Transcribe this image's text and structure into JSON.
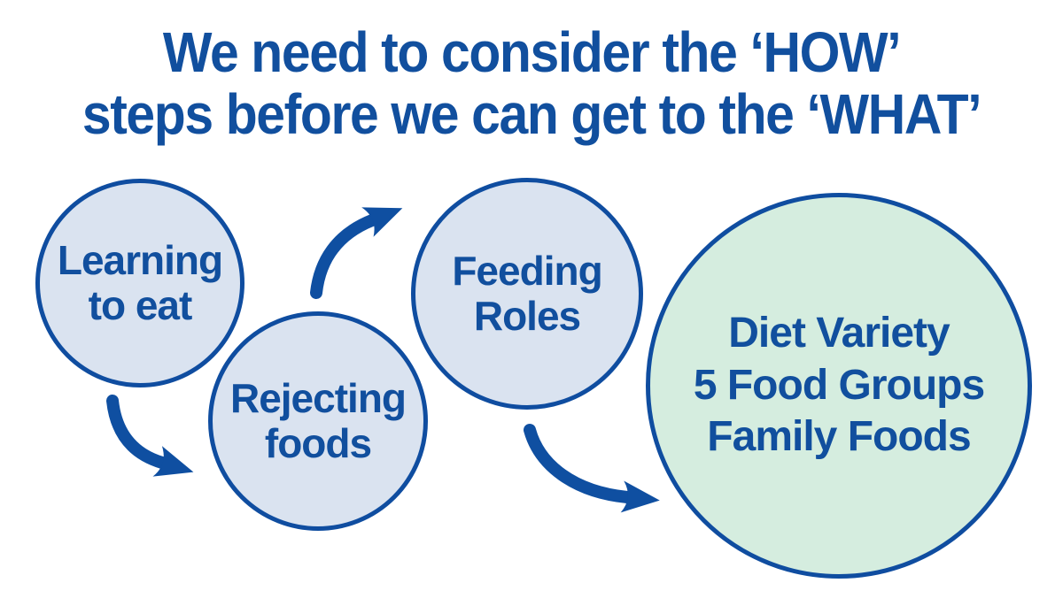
{
  "title": {
    "line1": "We need to consider the ‘HOW’",
    "line2": "steps before we can get to the ‘WHAT’"
  },
  "circles": [
    {
      "line1": "Learning",
      "line2": "to eat"
    },
    {
      "line1": "Rejecting",
      "line2": "foods"
    },
    {
      "line1": "Feeding",
      "line2": "Roles"
    },
    {
      "line1": "Diet Variety",
      "line2": "5 Food Groups",
      "line3": "Family Foods"
    }
  ],
  "arrows": [
    {
      "from": "Learning to eat",
      "to": "Rejecting foods"
    },
    {
      "from": "Rejecting foods",
      "to": "Feeding Roles"
    },
    {
      "from": "Feeding Roles",
      "to": "Diet Variety 5 Food Groups Family Foods"
    }
  ],
  "colors": {
    "title_text": "#114f9e",
    "circle_text": "#114f9e",
    "circle_border": "#0f4da0",
    "arrow": "#0f4fa1",
    "step_fill": "#dae3f0",
    "outcome_fill": "#d5eddf",
    "background": "#ffffff"
  }
}
